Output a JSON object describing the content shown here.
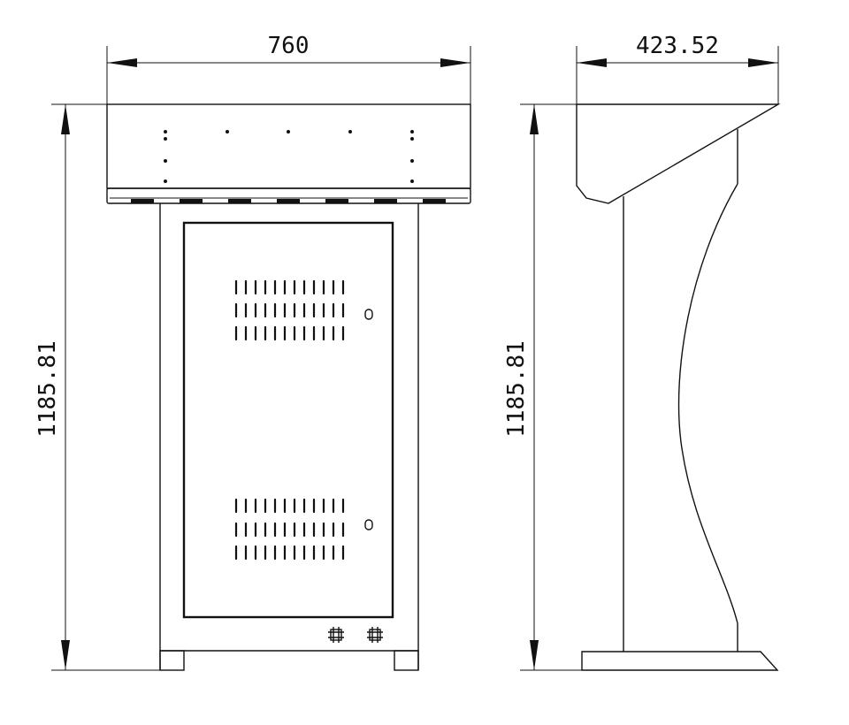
{
  "dimensions": {
    "front_width": "760",
    "side_depth": "423.52",
    "front_height": "1185.81",
    "side_height": "1185.81"
  },
  "colors": {
    "line": "#111111",
    "background": "#ffffff"
  },
  "views": {
    "front": "front-elevation",
    "side": "side-elevation"
  }
}
